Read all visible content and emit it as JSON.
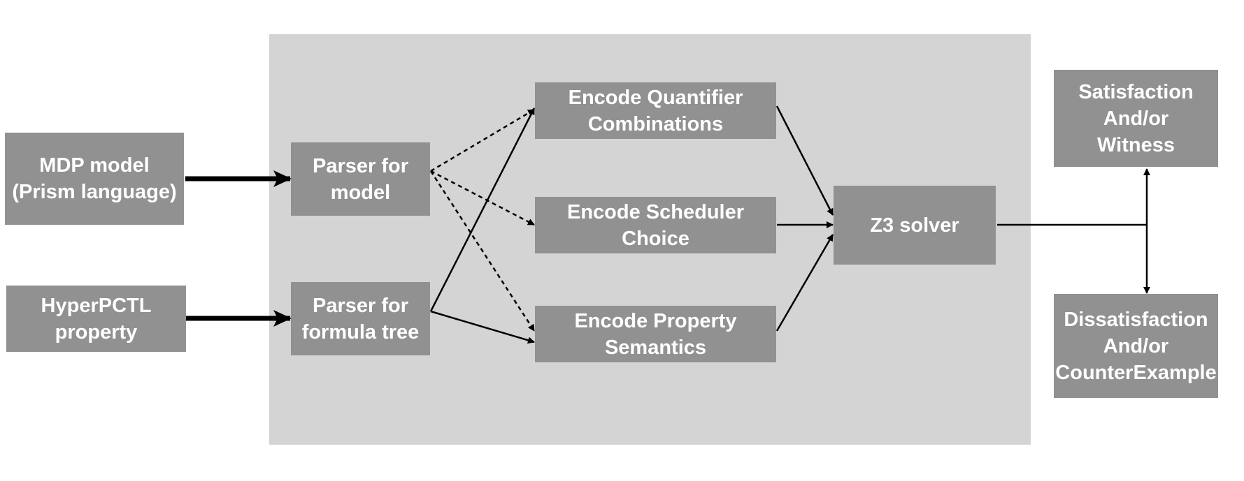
{
  "diagram": {
    "nodes": {
      "mdp_model": {
        "label": "MDP model\n(Prism language)"
      },
      "hyperpctl": {
        "label": "HyperPCTL\nproperty"
      },
      "parser_model": {
        "label": "Parser for\nmodel"
      },
      "parser_formula": {
        "label": "Parser for\nformula tree"
      },
      "encode_quantifier": {
        "label": "Encode Quantifier\nCombinations"
      },
      "encode_scheduler": {
        "label": "Encode Scheduler\nChoice"
      },
      "encode_property": {
        "label": "Encode Property\nSemantics"
      },
      "z3": {
        "label": "Z3 solver"
      },
      "satisfaction": {
        "label": "Satisfaction\nAnd/or\nWitness"
      },
      "dissatisfaction": {
        "label": "Dissatisfaction\nAnd/or\nCounterExample"
      }
    },
    "edges": [
      {
        "from": "mdp_model",
        "to": "parser_model",
        "style": "thick"
      },
      {
        "from": "hyperpctl",
        "to": "parser_formula",
        "style": "thick"
      },
      {
        "from": "parser_model",
        "to": "encode_quantifier",
        "style": "dashed"
      },
      {
        "from": "parser_model",
        "to": "encode_scheduler",
        "style": "dashed"
      },
      {
        "from": "parser_model",
        "to": "encode_property",
        "style": "dashed"
      },
      {
        "from": "parser_formula",
        "to": "encode_quantifier",
        "style": "solid"
      },
      {
        "from": "parser_formula",
        "to": "encode_property",
        "style": "solid"
      },
      {
        "from": "encode_quantifier",
        "to": "z3",
        "style": "solid"
      },
      {
        "from": "encode_scheduler",
        "to": "z3",
        "style": "solid"
      },
      {
        "from": "encode_property",
        "to": "z3",
        "style": "solid"
      },
      {
        "from": "z3",
        "to": "satisfaction",
        "style": "solid"
      },
      {
        "from": "z3",
        "to": "dissatisfaction",
        "style": "solid"
      }
    ],
    "colors": {
      "box": "#919191",
      "container": "#d4d4d4",
      "text": "#ffffff",
      "line": "#000000"
    }
  }
}
